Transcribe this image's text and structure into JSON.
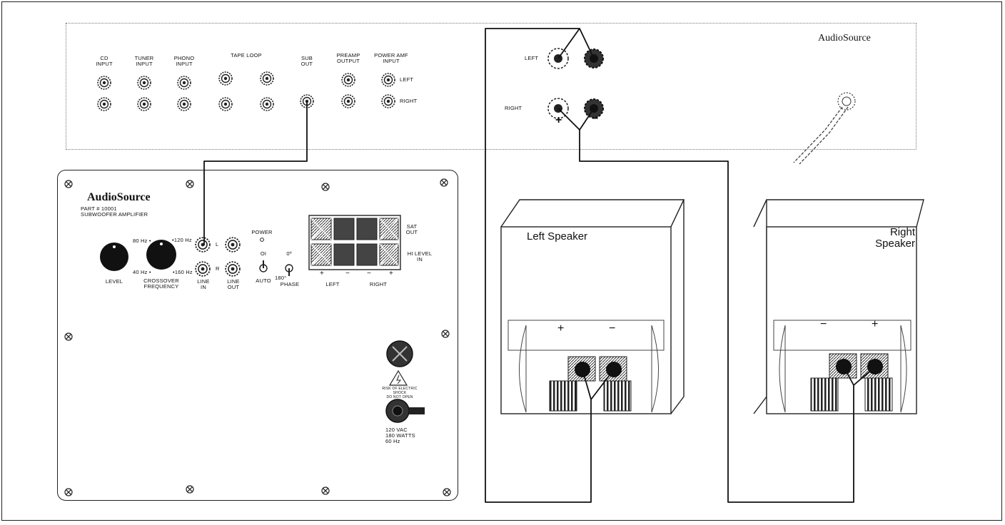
{
  "receiver": {
    "brand": "AudioSource",
    "inputs": {
      "cd": "CD\nINPUT",
      "tuner": "TUNER\nINPUT",
      "phono": "PHONO\nINPUT",
      "tape_loop": "TAPE LOOP",
      "sub_out": "SUB\nOUT",
      "preamp_output": "PREAMP\nOUTPUT",
      "power_amp_input": "POWER AMF\nINPUT",
      "left": "LEFT",
      "right": "RIGHT"
    },
    "speaker_terminals": {
      "left": "LEFT",
      "right": "RIGHT",
      "plus": "+",
      "minus": "−"
    }
  },
  "subwoofer": {
    "brand": "AudioSource",
    "part": "PART # 10001",
    "model": "SUBWOOFER AMPLIFIER",
    "level": "LEVEL",
    "crossover": "CROSSOVER\nFREQUENCY",
    "hz_80": "80 Hz •",
    "hz_40": "40 Hz •",
    "hz_120": "•120 Hz",
    "hz_160": "•160 Hz",
    "line_in": "LINE\nIN",
    "line_out": "LINE\nOUT",
    "l": "L",
    "r": "R",
    "power": "POWER",
    "on": "OI",
    "auto": "AUTO",
    "phase_0": "0º",
    "phase_180": "180°",
    "phase": "PHASE",
    "sat_out": "SAT\nOUT",
    "hi_level_in": "HI LEVEL\nIN",
    "term_left": "LEFT",
    "term_right": "RIGHT",
    "plus": "+",
    "minus": "−",
    "warning": "RISK OF ELECTRIC SHOCK\nDO NOT OPEN",
    "power_rating": "120 VAC\n180 WATTS\n60 Hz"
  },
  "speakers": {
    "left": {
      "name": "Left\nSpeaker",
      "t1": "+",
      "t2": "−"
    },
    "right": {
      "name": "Right\nSpeaker",
      "t1": "−",
      "t2": "+"
    }
  }
}
